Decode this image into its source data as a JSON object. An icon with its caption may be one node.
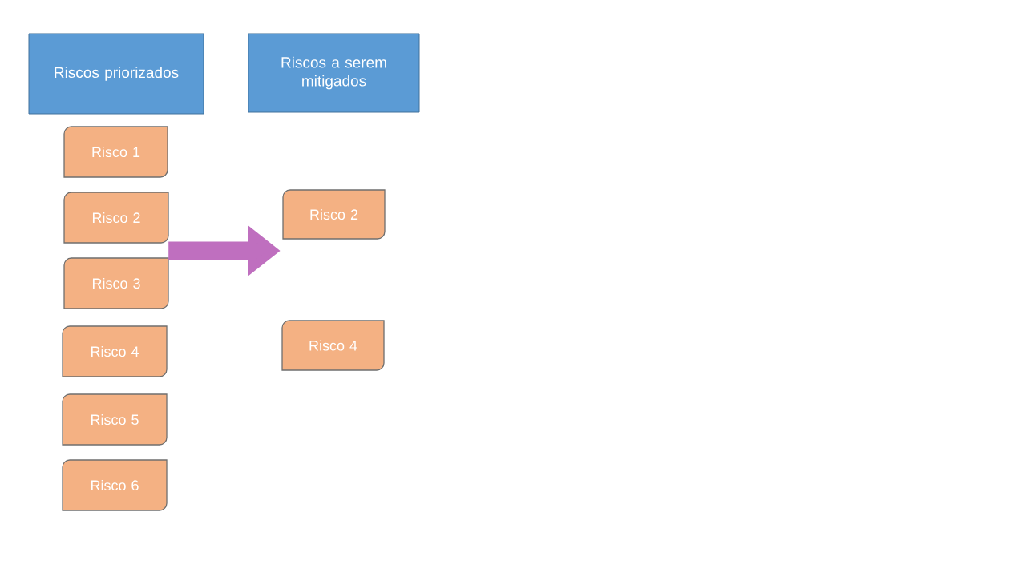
{
  "diagram": {
    "nodes": [
      {
        "text": [
          "Riscos priorizados"
        ]
      },
      {
        "text": [
          "Risco 1"
        ]
      },
      {
        "text": [
          "Risco 2"
        ]
      },
      {
        "text": [
          "Risco 3"
        ]
      },
      {
        "text": [
          "Risco 4"
        ]
      },
      {
        "text": [
          "Risco 5"
        ]
      },
      {
        "text": [
          "Risco 6"
        ]
      },
      {
        "text": [
          "Riscos a serem mitigados"
        ]
      },
      {
        "text": [
          "Risco 2"
        ]
      },
      {
        "text": [
          "Risco 4"
        ]
      }
    ],
    "edges": [
      {
        "from": 2,
        "to": 8,
        "arrow": "to",
        "color": "#bf6fbf"
      }
    ]
  }
}
